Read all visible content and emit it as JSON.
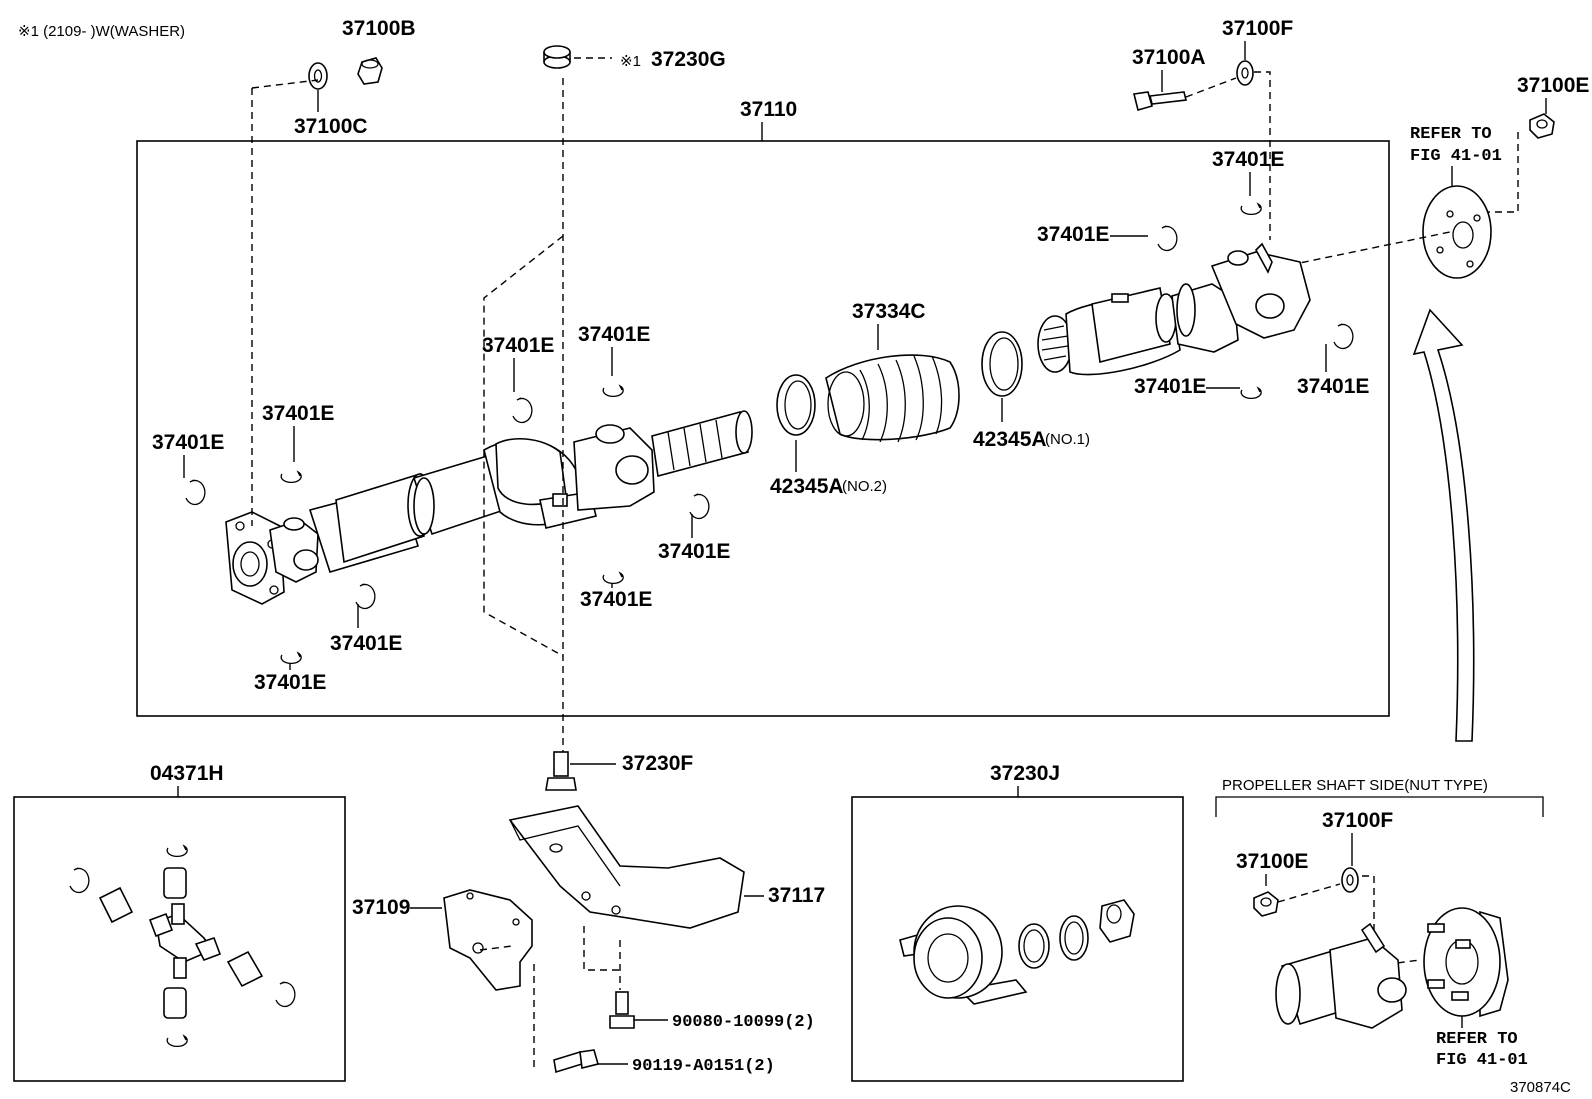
{
  "header": {
    "note": "※1 (2109-        )W(WASHER)",
    "figure_code": "370874C"
  },
  "labels": {
    "p37100B": "37100B",
    "p37100C": "37100C",
    "p37230G": "37230G",
    "p37230G_mark": "※1",
    "p37110": "37110",
    "p37100F_top": "37100F",
    "p37100A": "37100A",
    "p37100E_top": "37100E",
    "refer_top_1": "REFER TO",
    "refer_top_2": "FIG 41-01",
    "p37401E_a": "37401E",
    "p37401E_b": "37401E",
    "p37401E_c": "37401E",
    "p37401E_d": "37401E",
    "p37401E_e": "37401E",
    "p37401E_f": "37401E",
    "p37401E_g": "37401E",
    "p37401E_h": "37401E",
    "p37401E_i": "37401E",
    "p37401E_j": "37401E",
    "p37401E_k": "37401E",
    "p37401E_l": "37401E",
    "p37334C": "37334C",
    "p42345A_no2": "42345A",
    "no2": "(NO.2)",
    "p42345A_no1": "42345A",
    "no1": "(NO.1)",
    "p04371H": "04371H",
    "p37230F": "37230F",
    "p37117": "37117",
    "p37109": "37109",
    "p90080": "90080-10099(2)",
    "p90119": "90119-A0151(2)",
    "p37230J": "37230J",
    "nut_type_title": "PROPELLER SHAFT SIDE(NUT TYPE)",
    "p37100F_bottom": "37100F",
    "p37100E_bottom": "37100E",
    "refer_bottom_1": "REFER TO",
    "refer_bottom_2": "FIG 41-01"
  }
}
